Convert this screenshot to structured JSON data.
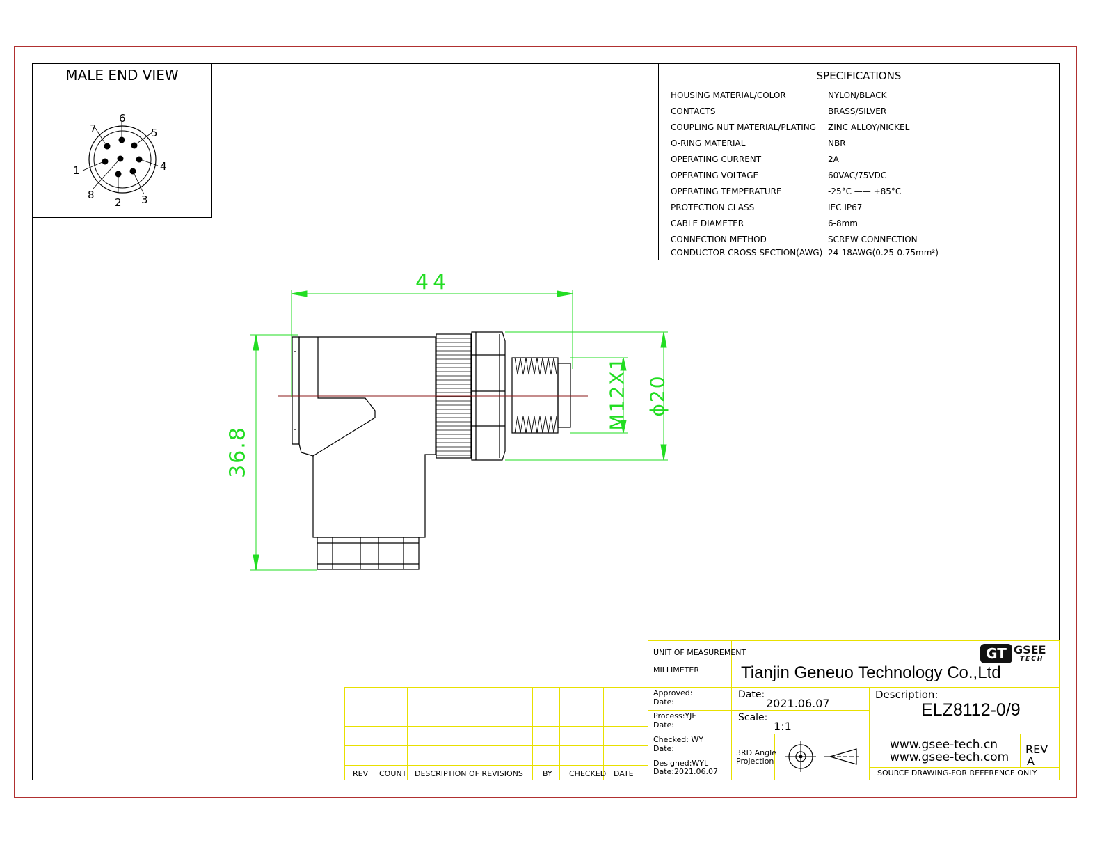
{
  "male_end_view": {
    "title": "MALE END VIEW",
    "pins": [
      "1",
      "2",
      "3",
      "4",
      "5",
      "6",
      "7",
      "8"
    ]
  },
  "specifications": {
    "title": "SPECIFICATIONS",
    "rows": [
      {
        "label": "HOUSING MATERIAL/COLOR",
        "value": "NYLON/BLACK"
      },
      {
        "label": "CONTACTS",
        "value": "BRASS/SILVER"
      },
      {
        "label": "COUPLING NUT MATERIAL/PLATING",
        "value": "ZINC ALLOY/NICKEL"
      },
      {
        "label": "O-RING MATERIAL",
        "value": "NBR"
      },
      {
        "label": "OPERATING CURRENT",
        "value": "2A"
      },
      {
        "label": "OPERATING VOLTAGE",
        "value": "60VAC/75VDC"
      },
      {
        "label": "OPERATING TEMPERATURE",
        "value": "-25°C —— +85°C"
      },
      {
        "label": "PROTECTION CLASS",
        "value": "IEC  IP67"
      },
      {
        "label": "CABLE  DIAMETER",
        "value": "6-8mm"
      },
      {
        "label": "CONNECTION  METHOD",
        "value": "SCREW  CONNECTION"
      },
      {
        "label": "CONDUCTOR  CROSS  SECTION(AWG)",
        "value": "24-18AWG(0.25-0.75mm²)"
      }
    ]
  },
  "dimensions": {
    "length": "44",
    "height": "36.8",
    "thread": "M12X1",
    "diameter": "ϕ20"
  },
  "revision_table": {
    "headers": [
      "REV",
      "COUNT",
      "DESCRIPTION  OF  REVISIONS",
      "BY",
      "CHECKED",
      "DATE"
    ]
  },
  "title_block": {
    "unit_label": "UNIT OF MEASUREMENT",
    "unit_value": "MILLIMETER",
    "company": "Tianjin Geneuo Technology Co.,Ltd",
    "logo_text": "GT",
    "logo_brand": "GSEE",
    "logo_sub": "TECH",
    "approved_label": "Approved:",
    "approved_date_label": "Date:",
    "process_label": "Process:YJF",
    "process_date_label": "Date:",
    "checked_label": "Checked: WY",
    "checked_date_label": "Date:",
    "designed_label": "Designed:WYL",
    "designed_date_label": "Date:2021.06.07",
    "date_label": "Date:",
    "date_value": "2021.06.07",
    "scale_label": "Scale:",
    "scale_value": "1:1",
    "projection_line1": "3RD Angle",
    "projection_line2": "Projection",
    "description_label": "Description:",
    "part_number": "ELZ8112-0/9",
    "website1": "www.gsee-tech.cn",
    "website2": "www.gsee-tech.com",
    "rev_label": "REV",
    "rev_value": "A",
    "footer": "SOURCE DRAWING-FOR REFERENCE ONLY"
  },
  "colors": {
    "frame": "#b03030",
    "dimension": "#22dd22",
    "titleblock": "#e8e000",
    "centerline": "#8b1a1a"
  }
}
